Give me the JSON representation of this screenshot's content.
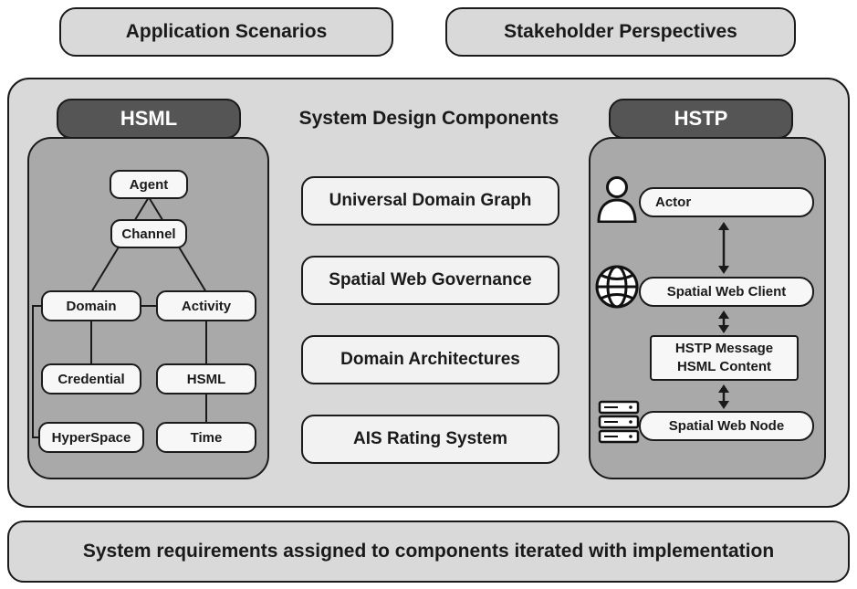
{
  "top_row": {
    "application_scenarios": "Application Scenarios",
    "stakeholder_perspectives": "Stakeholder Perspectives"
  },
  "main": {
    "title": "System Design Components",
    "hsml": {
      "tab_label": "HSML",
      "nodes": {
        "agent": "Agent",
        "channel": "Channel",
        "domain": "Domain",
        "activity": "Activity",
        "credential": "Credential",
        "hsml": "HSML",
        "hyperspace": "HyperSpace",
        "time": "Time"
      }
    },
    "components": [
      "Universal Domain Graph",
      "Spatial Web Governance",
      "Domain Architectures",
      "AIS Rating System"
    ],
    "hstp": {
      "tab_label": "HSTP",
      "actor_label": "Actor",
      "client_label": "Spatial Web Client",
      "message_line1": "HSTP Message",
      "message_line2": "HSML Content",
      "node_label": "Spatial Web Node"
    }
  },
  "bottom_bar": {
    "label": "System requirements assigned to components iterated with implementation"
  },
  "colors": {
    "container_fill": "#d9d9d9",
    "panel_fill": "#a9a9a9",
    "tab_fill": "#555555",
    "node_fill": "#f7f7f7",
    "border": "#1a1a1a"
  }
}
